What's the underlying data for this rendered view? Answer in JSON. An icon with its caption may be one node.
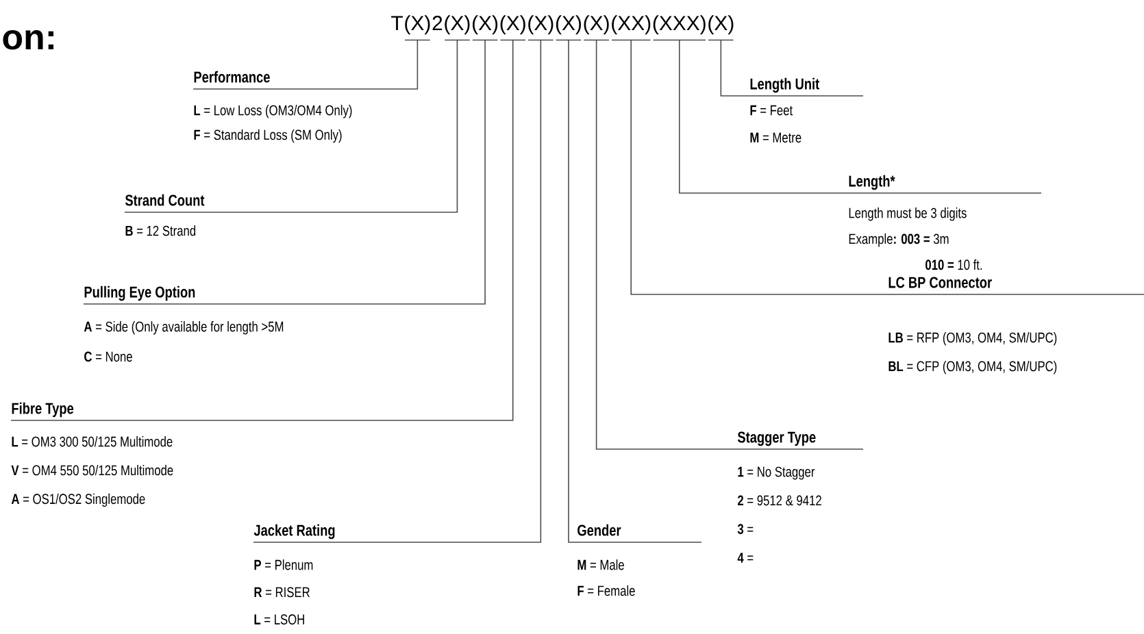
{
  "diagram": {
    "title": "on:",
    "nodes": [
      {
        "text": [
          "(X)"
        ]
      },
      {
        "text": [
          "(X)"
        ]
      },
      {
        "text": [
          "(X)"
        ]
      },
      {
        "text": [
          "(X)"
        ]
      },
      {
        "text": [
          "(X)"
        ]
      },
      {
        "text": [
          "(X)"
        ]
      },
      {
        "text": [
          "(X)"
        ]
      },
      {
        "text": [
          "(XX)"
        ]
      },
      {
        "text": [
          "(XXX)"
        ]
      },
      {
        "text": [
          "(X)"
        ]
      },
      {
        "text": [
          "Performance",
          "**L** = Low Loss (OM3/OM4 Only)",
          "**F** = Standard Loss  (SM Only)"
        ]
      },
      {
        "text": [
          "Strand Count",
          "**B** = 12 Strand"
        ]
      },
      {
        "text": [
          "Pulling Eye Option",
          "**A** = Side (Only available for length >5M",
          "**C** = None"
        ]
      },
      {
        "text": [
          "Fibre Type",
          "**L** = OM3 300 50/125  Multimode",
          "**V** = OM4 550 50/125 Multimode",
          "**A** = OS1/OS2 Singlemode"
        ]
      },
      {
        "text": [
          "Jacket Rating",
          "**P** = Plenum",
          "**R** = RISER",
          "**L** = LSOH"
        ]
      },
      {
        "text": [
          "Gender",
          "**M** = Male",
          "**F** = Female"
        ]
      },
      {
        "text": [
          "Stagger Type",
          "**1** = No Stagger",
          "**2** = 9512 & 9412",
          "**3** =",
          "**4** ="
        ]
      },
      {
        "text": [
          "LC BP Connector",
          "**LB** = RFP (OM3, OM4, SM/UPC)",
          "**BL** = CFP (OM3, OM4, SM/UPC)"
        ]
      },
      {
        "text": [
          "Length*",
          "Length must be 3 digits",
          "Example**: 003 =** 3m",
          "**010 =** 10 ft."
        ]
      },
      {
        "text": [
          "Length Unit",
          "**F** = Feet",
          "**M** = Metre"
        ]
      }
    ],
    "edges": [
      {
        "from": 10,
        "to": 0,
        "arrow": "none"
      },
      {
        "from": 11,
        "to": 1,
        "arrow": "none"
      },
      {
        "from": 12,
        "to": 2,
        "arrow": "none"
      },
      {
        "from": 13,
        "to": 3,
        "arrow": "none"
      },
      {
        "from": 14,
        "to": 4,
        "arrow": "none"
      },
      {
        "from": 15,
        "to": 5,
        "arrow": "none"
      },
      {
        "from": 16,
        "to": 6,
        "arrow": "none"
      },
      {
        "from": 17,
        "to": 7,
        "arrow": "none"
      },
      {
        "from": 18,
        "to": 8,
        "arrow": "none"
      },
      {
        "from": 19,
        "to": 9,
        "arrow": "none"
      }
    ],
    "labels": [
      "T",
      "2"
    ]
  }
}
